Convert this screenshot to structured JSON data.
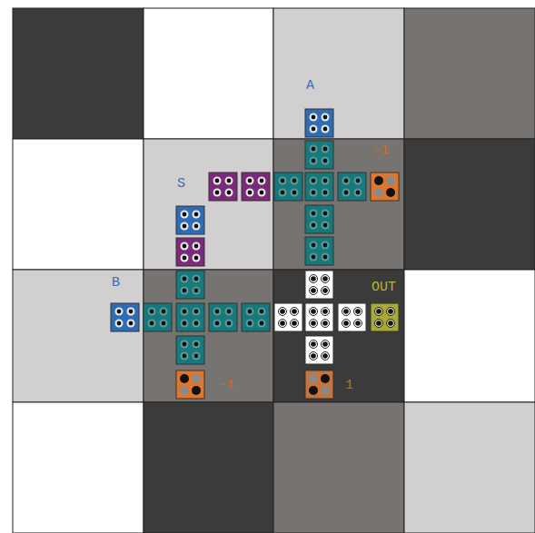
{
  "diagram": {
    "labels": [
      "A",
      "-1",
      "S",
      "B",
      "OUT",
      "-1",
      "1"
    ]
  }
}
